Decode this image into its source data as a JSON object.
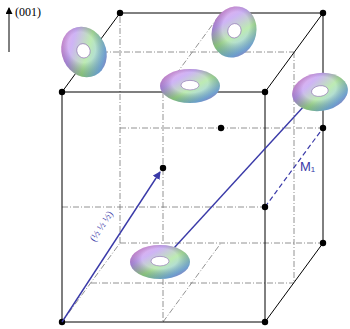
{
  "diagram": {
    "labels": [
      "(001)",
      "(½ ½ ½)",
      "M₁"
    ]
  }
}
